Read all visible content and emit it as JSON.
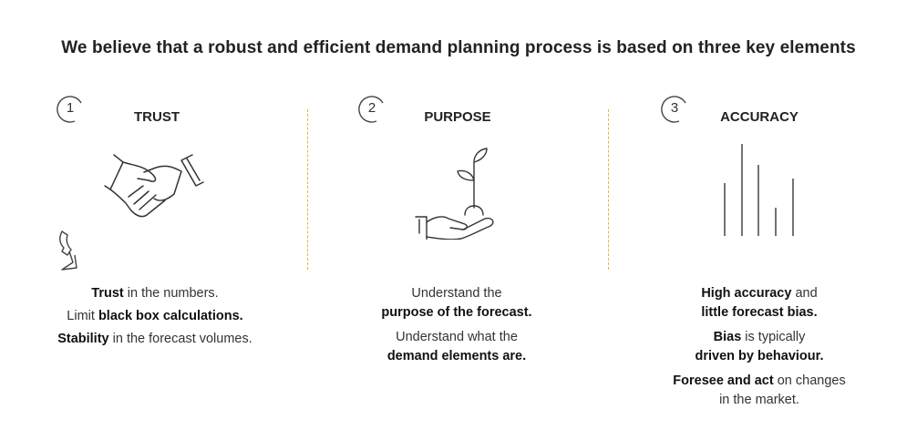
{
  "title": "We believe that a robust and efficient demand planning process is based on three key elements",
  "accent_color": "#e6b440",
  "columns": [
    {
      "number": "1",
      "heading": "TRUST",
      "icon": "handshake-icon",
      "lines": [
        [
          {
            "t": "Trust",
            "b": true
          },
          {
            "t": " in the numbers.",
            "b": false
          }
        ],
        [
          {
            "t": "Limit ",
            "b": false
          },
          {
            "t": "black box calculations.",
            "b": true
          }
        ],
        [
          {
            "t": "Stability",
            "b": true
          },
          {
            "t": " in the forecast volumes.",
            "b": false
          }
        ]
      ]
    },
    {
      "number": "2",
      "heading": "PURPOSE",
      "icon": "hand-with-plant-icon",
      "lines": [
        [
          {
            "t": "Understand the",
            "b": false
          }
        ],
        [
          {
            "t": "purpose of the forecast.",
            "b": true
          }
        ],
        [
          {
            "t": "Understand what the",
            "b": false
          }
        ],
        [
          {
            "t": "demand elements are.",
            "b": true
          }
        ]
      ]
    },
    {
      "number": "3",
      "heading": "ACCURACY",
      "icon": "bar-lines-icon",
      "lines": [
        [
          {
            "t": "High accuracy",
            "b": true
          },
          {
            "t": " and",
            "b": false
          }
        ],
        [
          {
            "t": "little forecast bias.",
            "b": true
          }
        ],
        [
          {
            "t": "Bias",
            "b": true
          },
          {
            "t": " is typically",
            "b": false
          }
        ],
        [
          {
            "t": "driven by behaviour.",
            "b": true
          }
        ],
        [
          {
            "t": "Foresee and act",
            "b": true
          },
          {
            "t": " on changes",
            "b": false
          }
        ],
        [
          {
            "t": "in the market.",
            "b": false
          }
        ]
      ]
    }
  ]
}
